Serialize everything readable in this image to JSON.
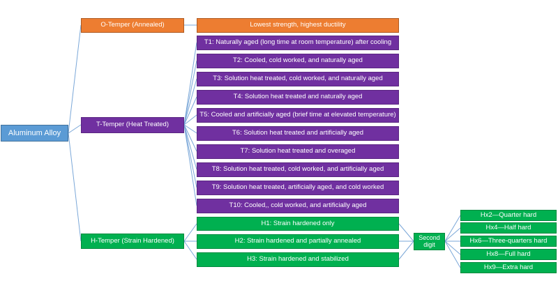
{
  "colors": {
    "root": "#5b9bd5",
    "o_temper": "#ed7d31",
    "t_temper": "#7030a0",
    "h_temper": "#00b050",
    "connector": "#7aa7d8"
  },
  "root": {
    "label": "Aluminum Alloy"
  },
  "o_temper": {
    "label": "O-Temper (Annealed)",
    "description": "Lowest strength, highest ductility"
  },
  "t_temper": {
    "label": "T-Temper (Heat Treated)",
    "items": [
      "T1: Naturally aged (long time at room temperature) after cooling",
      "T2:  Cooled, cold worked,  and naturally aged",
      "T3:  Solution heat treated, cold worked,  and naturally aged",
      "T4:  Solution heat treated and naturally aged",
      "T5:  Cooled and artificially aged  (brief time at elevated temperature)",
      "T6:  Solution heat treated and artificially aged",
      "T7:  Solution heat treated and overaged",
      "T8:  Solution heat treated, cold worked, and artificially aged",
      "T9:  Solution heat treated, artificially aged, and cold worked",
      "T10:  Cooled,, cold worked,  and artificially aged"
    ]
  },
  "h_temper": {
    "label": "H-Temper (Strain Hardened)",
    "items": [
      "H1:  Strain hardened only",
      "H2:  Strain hardened and partially annealed",
      "H3:  Strain hardened and stabilized"
    ],
    "second_digit": {
      "label": "Second digit",
      "items": [
        "Hx2—Quarter hard",
        "Hx4—Half hard",
        "Hx6—Three-quarters hard",
        "Hx8—Full hard",
        "Hx9—Extra hard"
      ]
    }
  }
}
